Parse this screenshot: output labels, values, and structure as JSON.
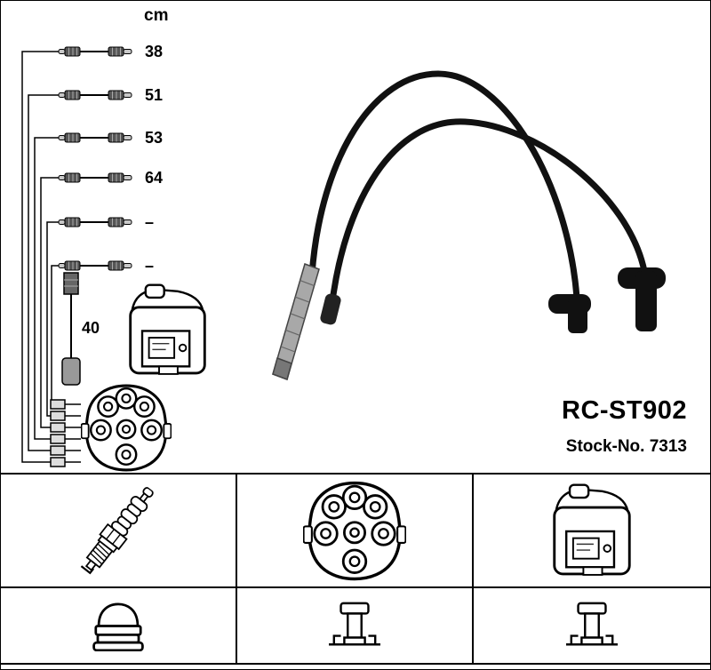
{
  "length_table": {
    "unit_label": "cm",
    "rows": [
      {
        "length": "38"
      },
      {
        "length": "51"
      },
      {
        "length": "53"
      },
      {
        "length": "64"
      },
      {
        "length": "–"
      },
      {
        "length": "–"
      }
    ],
    "coil_cable_length": "40"
  },
  "product": {
    "part_number": "RC-ST902",
    "stock_number_label": "Stock-No. 7313"
  },
  "colors": {
    "line": "#000000",
    "background": "#ffffff",
    "boot_gray": "#a8a8a8",
    "cable_black": "#111111"
  },
  "icons": {
    "grid_cells": [
      "spark-plug-icon",
      "distributor-cap-icon",
      "ignition-coil-icon",
      "plug-boot-icon",
      "terminal-stud-icon",
      "terminal-stud-icon"
    ]
  }
}
